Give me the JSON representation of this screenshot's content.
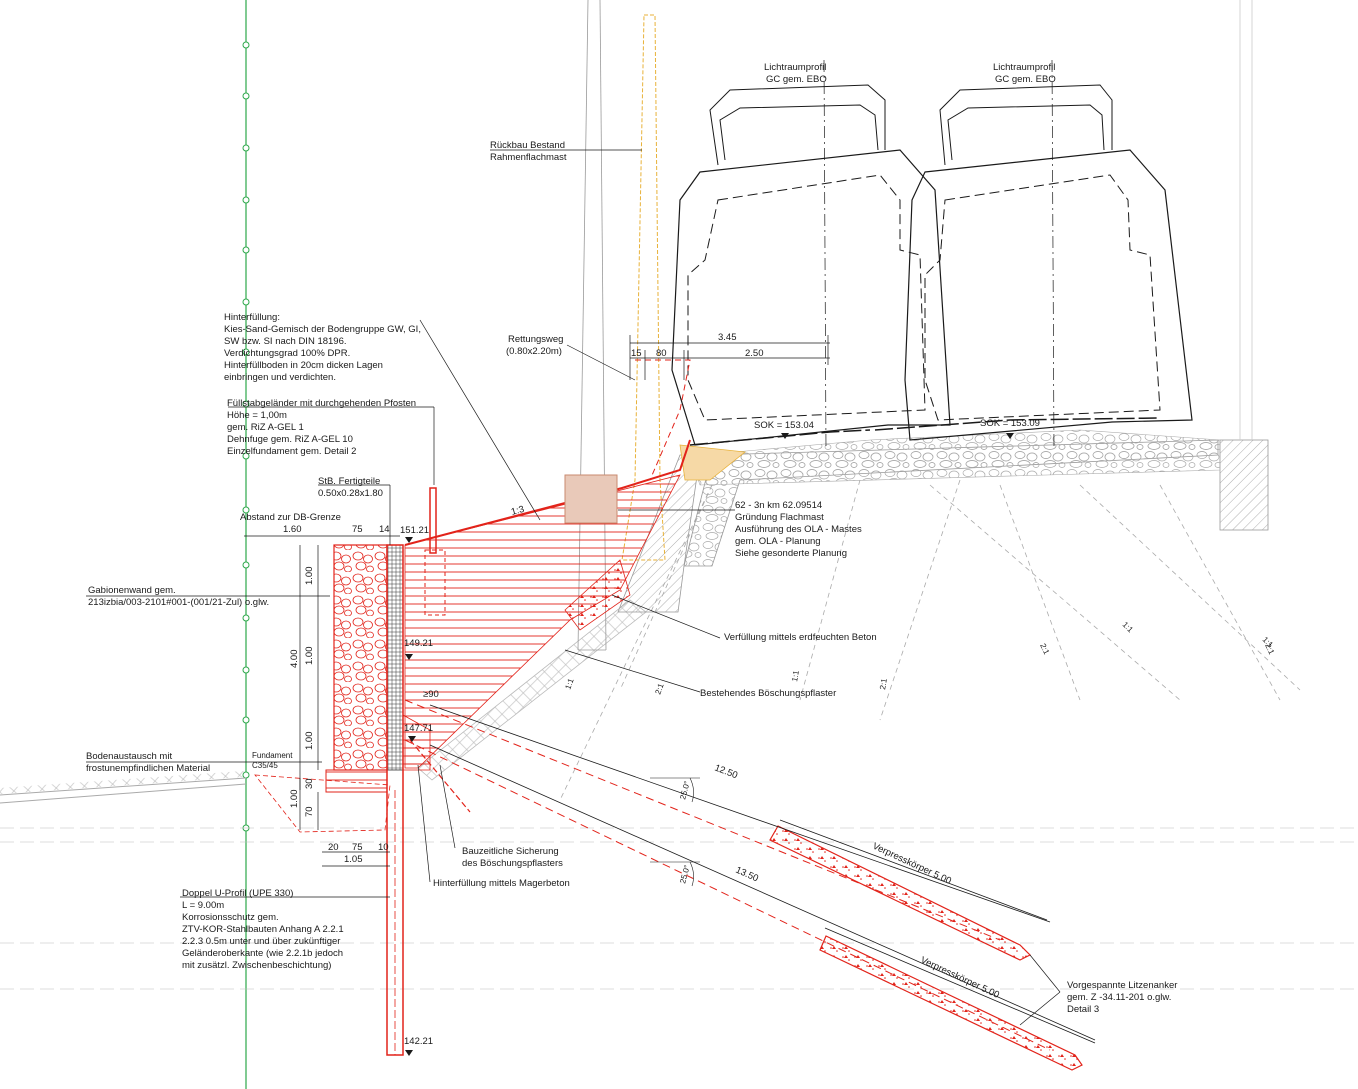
{
  "labels": {
    "lichtraum_left_1": "Lichtraumprofil",
    "lichtraum_left_2": "GC gem. EBO",
    "lichtraum_right_1": "Lichtraumprofil",
    "lichtraum_right_2": "GC gem. EBO",
    "rueckbau_1": "Rückbau Bestand",
    "rueckbau_2": "Rahmenflachmast",
    "hinterfuellung": [
      "Hinterfüllung:",
      "Kies-Sand-Gemisch der Bodengruppe GW, GI,",
      "SW bzw. SI nach DIN 18196.",
      "Verdichtungsgrad 100% DPR.",
      "Hinterfüllboden in 20cm dicken Lagen",
      "einbringen und verdichten."
    ],
    "rettungsweg_1": "Rettungsweg",
    "rettungsweg_2": "(0.80x2.20m)",
    "gelaender": [
      "Füllstabgeländer mit durchgehenden Pfosten",
      "Höhe = 1,00m",
      "gem. RiZ A-GEL 1",
      "Dehnfuge gem. RiZ A-GEL 10",
      "Einzelfundament gem. Detail 2"
    ],
    "stb_1": "StB. Fertigteile",
    "stb_2": "0.50x0.28x1.80",
    "abstand_db": "Abstand zur DB-Grenze",
    "gruendung": [
      "62 - 3n km 62.09514",
      "Gründung Flachmast",
      "Ausführung des OLA - Mastes",
      "gem.  OLA - Planung",
      "Siehe gesonderte Planung"
    ],
    "gabionen_1": "Gabionenwand gem.",
    "gabionen_2": "213izbia/003-2101#001-(001/21-Zul) o.glw.",
    "verfuellung": "Verfüllung mittels erdfeuchten Beton",
    "boeschungspflaster": "Bestehendes Böschungspflaster",
    "bodenaustausch_1": "Bodenaustausch mit",
    "bodenaustausch_2": "frostunempfindlichen Material",
    "fundament_1": "Fundament",
    "fundament_2": "C35/45",
    "bauzeitlich_1": "Bauzeitliche Sicherung",
    "bauzeitlich_2": "des Böschungspflasters",
    "magerbeton": "Hinterfüllung mittels Magerbeton",
    "doppel_u": [
      "Doppel U-Profil (UPE 330)",
      "L = 9.00m",
      "Korrosionsschutz gem.",
      "ZTV-KOR-Stahlbauten Anhang A 2.2.1",
      "2.2.3 0.5m unter und über zukünftiger",
      "Geländeroberkante (wie 2.2.1b jedoch",
      "mit zusätzl. Zwischenbeschichtung)"
    ],
    "litzenanker": [
      "Vorgespannte Litzenanker",
      "gem. Z -34.11-201 o.glw.",
      "Detail 3"
    ],
    "sok_left": "SOK = 153.04",
    "sok_right": "SOK = 153.09",
    "verpress_upper": "Verpresskörper 5.00",
    "verpress_lower": "Verpresskörper 5.00"
  },
  "dimensions": {
    "d_345": "3.45",
    "d_250": "2.50",
    "d_15": "15",
    "d_80": "80",
    "d_160": "1.60",
    "d_75": "75",
    "d_14": "14",
    "elev_15121": "151.21",
    "elev_14921": "149.21",
    "elev_14771": "147.71",
    "elev_14221": "142.21",
    "ge90": "≥90",
    "v_100a": "1.00",
    "v_400": "4.00",
    "v_100b": "1.00",
    "v_100c": "1.00",
    "v_30": "30",
    "v_100d": "1.00",
    "v_70": "70",
    "b_20": "20",
    "b_75": "75",
    "b_10": "10",
    "b_105": "1.05",
    "anchor_1250": "12.50",
    "anchor_1350": "13.50",
    "angle_1": "25.0°",
    "angle_2": "25.0°",
    "slope_13": "1:3",
    "slope_11a": "1:1",
    "slope_21a": "2:1",
    "slope_11b": "1:1",
    "slope_21b": "2:1",
    "slope_11c": "1:1",
    "slope_21c": "2:1",
    "slope_11d": "1:1",
    "slope_21d": "2:1"
  },
  "colors": {
    "line": "#1a1a1a",
    "red": "#e2231a",
    "grey": "#9a9a9a",
    "green": "#2da84a",
    "yellow": "#e8b23a",
    "mast_fill": "#e9c9b9"
  }
}
